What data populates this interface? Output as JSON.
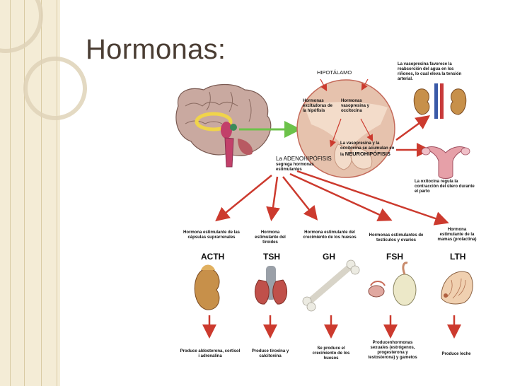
{
  "slide": {
    "title": "Hormonas:"
  },
  "diagram": {
    "hypothalamus_label": "HIPOTÁLAMO",
    "releasing_hormones": "Hormonas excitadoras de la hipófisis",
    "neuro_hormones": "Hormonas vasopresina y occitocina",
    "adenohypophysis_title": "La ADENOHIPÓFISIS",
    "adenohypophysis_sub": "segrega hormonas estimulantes",
    "vasopressin_stored": "La vasopresina y la occitocina se acumulan en la",
    "neurohypophysis_title": "NEUROHIPÓFISIS",
    "vasopressin_effect": "La vasopresina favorece la reabsorción del agua en los riñones, lo cual eleva la tensión arterial.",
    "oxytocin_effect": "La oxitocina regula la contracción del útero durante el parto",
    "hormones": [
      {
        "code": "ACTH",
        "description": "Hormona estimulante de las cápsulas suprarrenales",
        "effect": "Produce aldosterona, cortisol i adrenalina"
      },
      {
        "code": "TSH",
        "description": "Hormona estimulante del tiroides",
        "effect": "Produce tiroxina y calcitonina"
      },
      {
        "code": "GH",
        "description": "Hormona estimulante del crecimiento de los huesos",
        "effect": "Se produce el crecimiento de los huesos"
      },
      {
        "code": "FSH",
        "description": "Hormonas estimulantes de testículos y ovarios",
        "effect": "Producenhormonas sexuales (estrógenos, progesterona y testosterona) y gametos"
      },
      {
        "code": "LTH",
        "description": "Hormona estimulante de la mamas (prolactina)",
        "effect": "Produce leche"
      }
    ]
  },
  "colors": {
    "arrow": "#cc3a2e",
    "green_arrow": "#6cc24a",
    "circle_fill": "#e6c2ad",
    "sidebar": "#f4ecd6"
  }
}
